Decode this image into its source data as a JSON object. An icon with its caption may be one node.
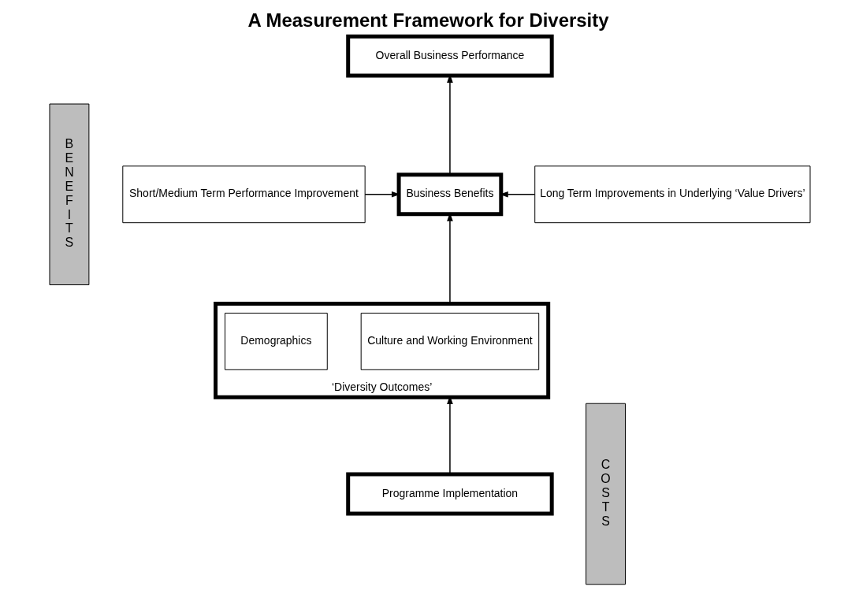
{
  "diagram": {
    "title": "A Measurement Framework for Diversity",
    "nodes": [
      {
        "text": [
          "B E N E F I T S"
        ]
      },
      {
        "text": [
          "C O S T S"
        ]
      },
      {
        "text": [
          "Overall Business Performance"
        ]
      },
      {
        "text": [
          "Short/Medium Term Performance Improvement"
        ]
      },
      {
        "text": [
          "Business Benefits"
        ]
      },
      {
        "text": [
          "Long Term Improvements in Underlying ‘Value Drivers’"
        ]
      },
      {
        "text": [
          "‘Diversity Outcomes’"
        ]
      },
      {
        "text": [
          "Culture and Working Environment"
        ],
        "in": 6
      },
      {
        "text": [
          "Demographics"
        ],
        "in": 6
      },
      {
        "text": [
          "Programme Implementation"
        ]
      }
    ],
    "edges": [
      {
        "from": 4,
        "to": 2,
        "arrow": "to"
      },
      {
        "from": 3,
        "to": 4,
        "arrow": "to"
      },
      {
        "from": 5,
        "to": 4,
        "arrow": "to"
      },
      {
        "from": 6,
        "to": 4,
        "arrow": "to"
      },
      {
        "from": 9,
        "to": 6,
        "arrow": "to"
      }
    ]
  }
}
